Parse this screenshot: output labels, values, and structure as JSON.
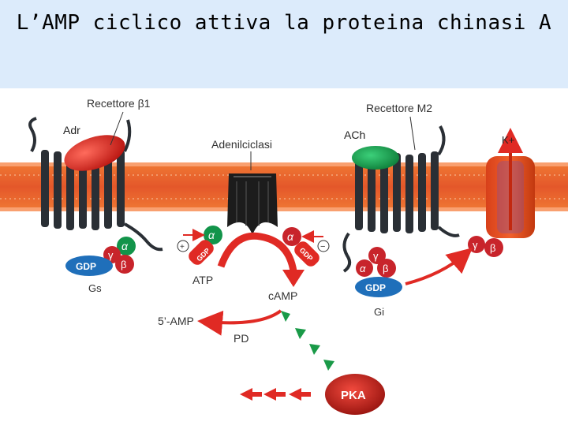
{
  "title": "L’AMP ciclico attiva la proteina chinasi A",
  "labels": {
    "receptor_beta1": "Recettore β1",
    "receptor_m2": "Recettore M2",
    "adr": "Adr",
    "ach": "ACh",
    "adenylyl_cyclase": "Adenilciclasi",
    "k_channel": "K+",
    "gs": "Gs",
    "gi": "Gi",
    "atp": "ATP",
    "camp": "cAMP",
    "five_amp": "5’-AMP",
    "pd": "PD",
    "pka": "PKA",
    "gdp": "GDP",
    "alpha": "α",
    "beta": "β",
    "gamma": "γ",
    "plus": "+",
    "minus": "−"
  },
  "colors": {
    "header_bg": "#dcebfb",
    "membrane_orange": "#e8632a",
    "receptor_dark": "#2a2f35",
    "adr_red": "#d9271e",
    "ach_green": "#139a4a",
    "alpha_green": "#12944a",
    "beta_gamma_red": "#c8242b",
    "gdp_blue": "#1f6fba",
    "arrow_red": "#e02a24",
    "arrow_green": "#1a9a48",
    "pka_red": "#d8231e"
  }
}
